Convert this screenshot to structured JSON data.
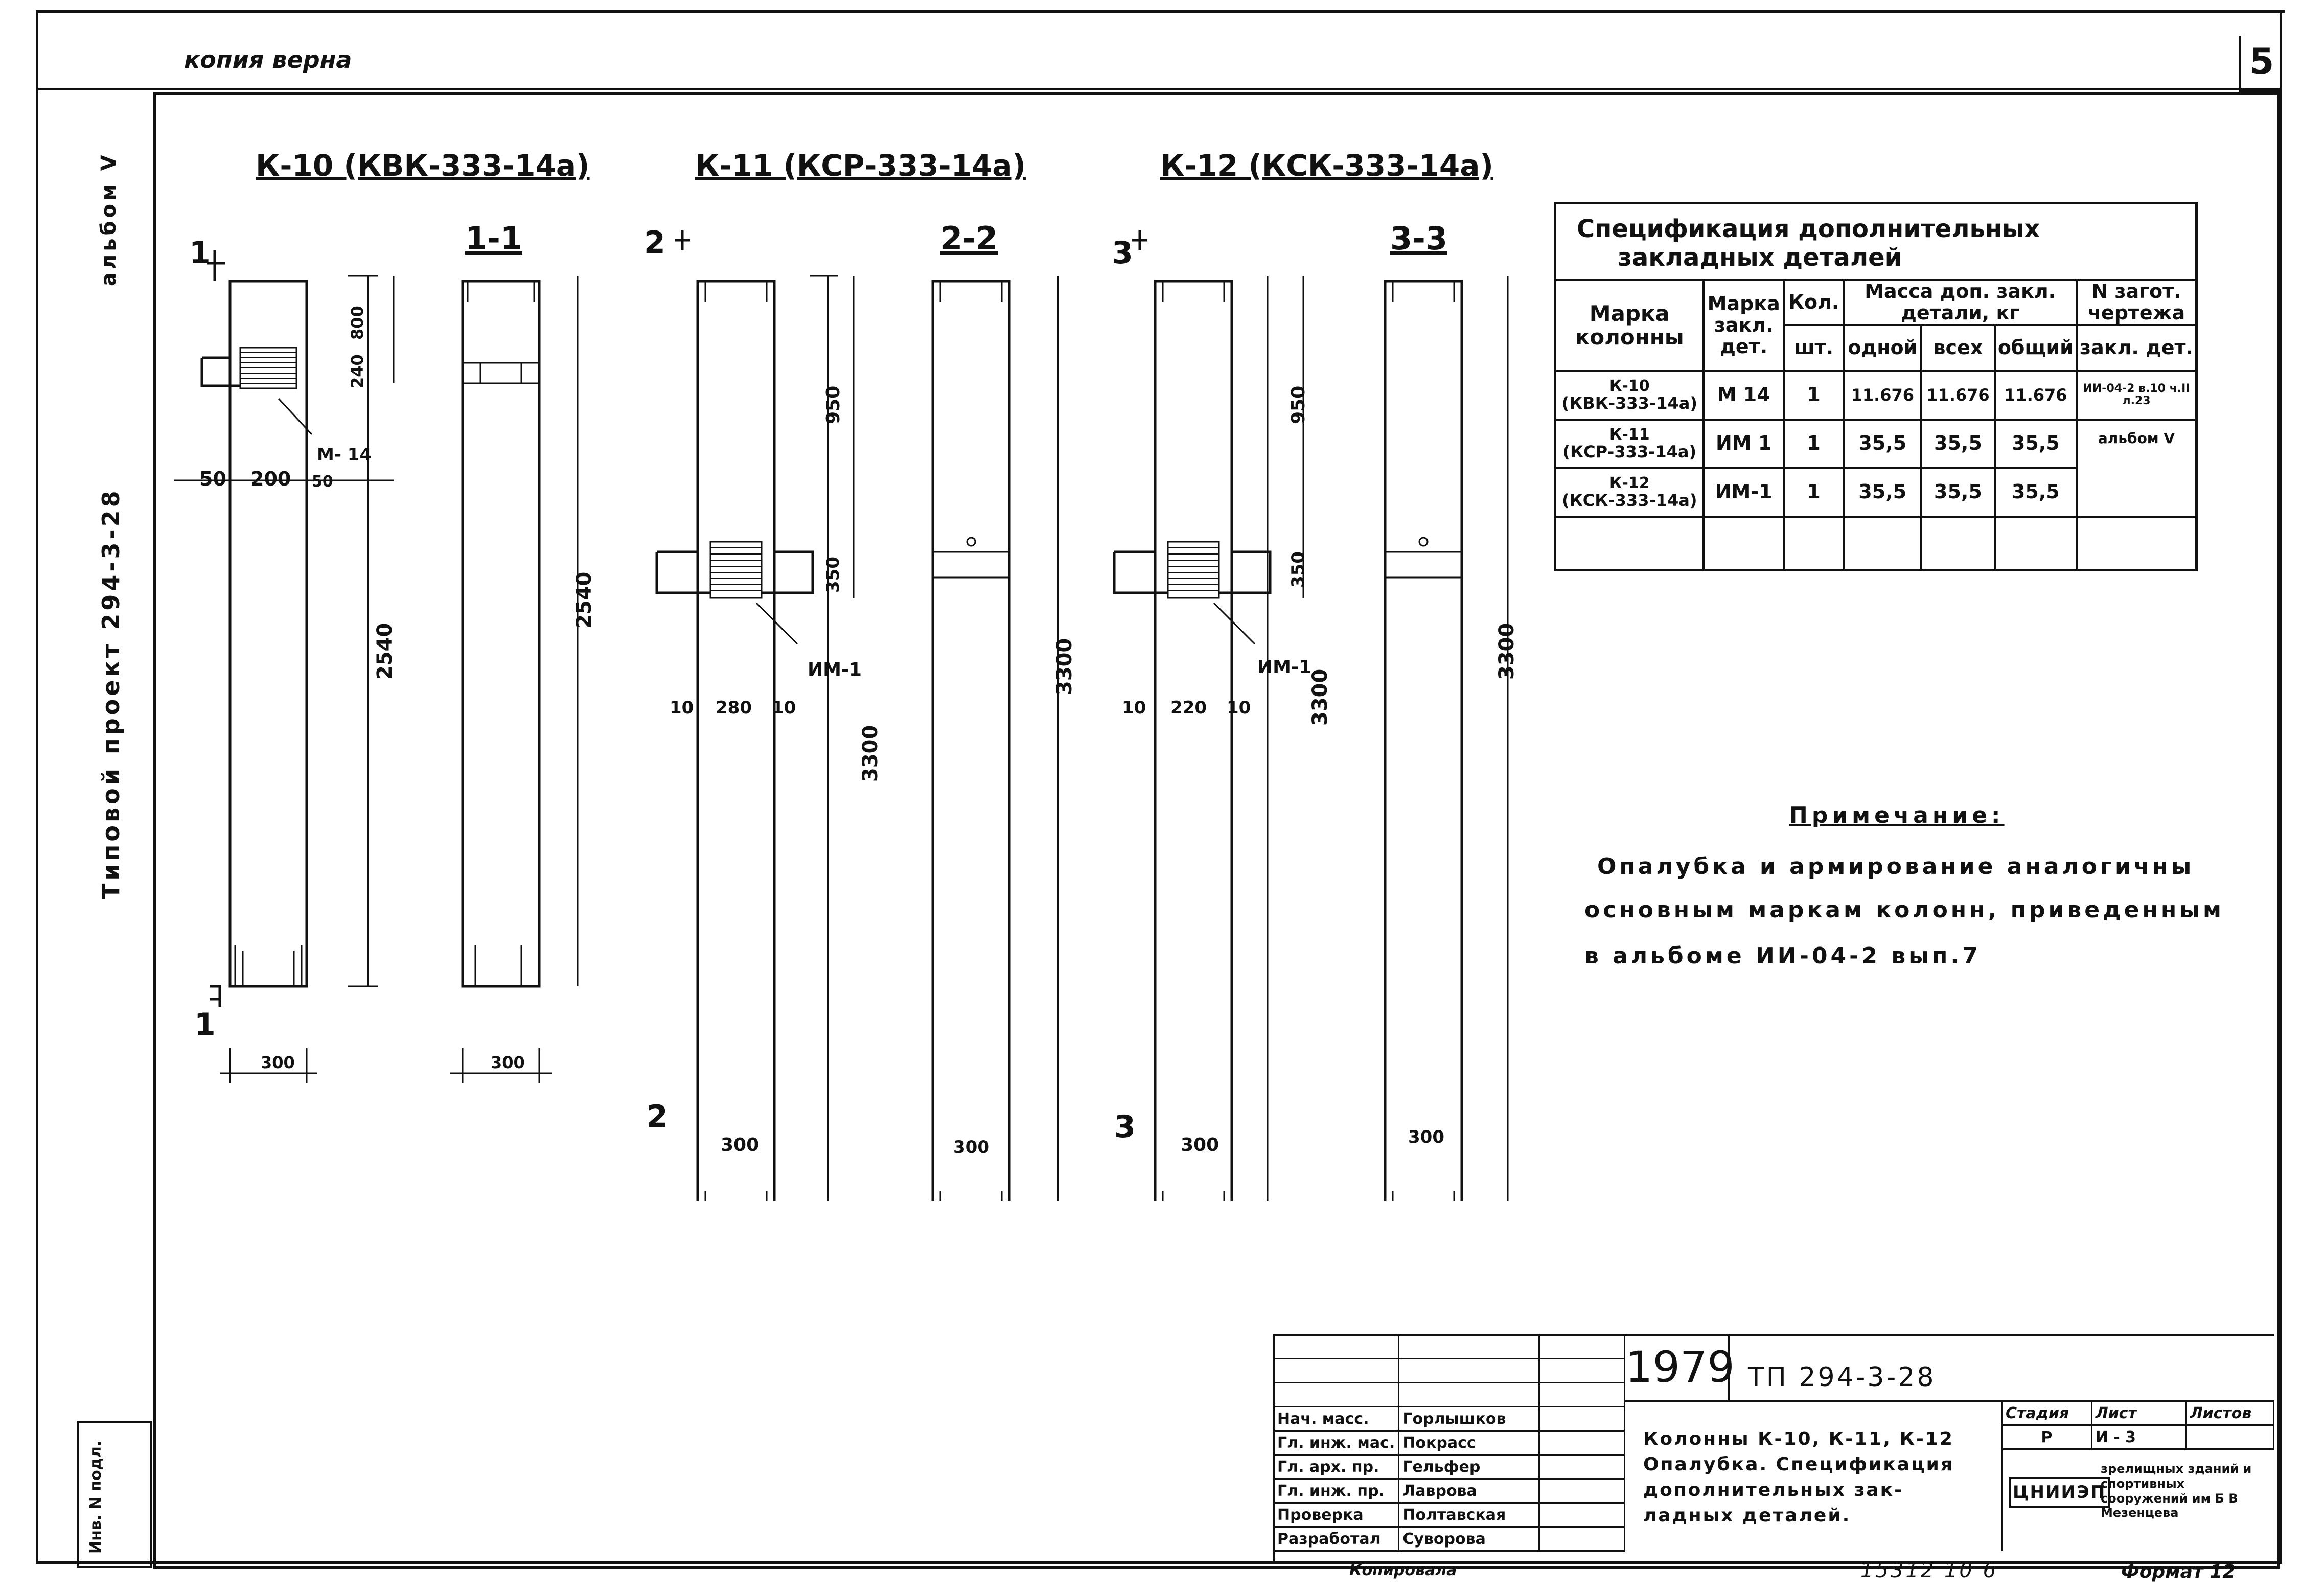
{
  "header": {
    "stamp": "копия верна",
    "sheet_number": "5"
  },
  "left_margin": {
    "album": "альбом Ⅴ",
    "project": "Типовой проект 294-3-28",
    "inv": "Инв. N подл."
  },
  "columns": [
    {
      "title": "К-10 (КВК-333-14а)",
      "section_label": "1-1",
      "cut_mark": "1",
      "detail": "М- 14",
      "dims": {
        "top": "800",
        "mid": "240",
        "left": "50",
        "center": "200",
        "right": "50",
        "height": "2540",
        "height2": "2540",
        "base": "300",
        "base2": "300"
      }
    },
    {
      "title": "К-11 (КСР-333-14а)",
      "section_label": "2-2",
      "cut_mark": "2",
      "detail": "ИМ-1",
      "dims": {
        "top": "950",
        "mid": "350",
        "left": "10",
        "center": "280",
        "right": "10",
        "height": "3300",
        "height2": "3300",
        "base": "300",
        "base2": "300"
      }
    },
    {
      "title": "К-12 (КСК-333-14а)",
      "section_label": "3-3",
      "cut_mark": "3",
      "detail": "ИМ-1",
      "dims": {
        "top": "950",
        "mid": "350",
        "left": "10",
        "center": "220",
        "right": "10",
        "height": "3300",
        "height2": "3300",
        "base": "300",
        "base2": "300"
      }
    }
  ],
  "spec_table": {
    "title_line1": "Спецификация дополнительных",
    "title_line2": "закладных деталей",
    "headers": {
      "col_mark": "Марка колонны",
      "col_detail_mark": "Марка закл. дет.",
      "col_qty": "Кол.",
      "col_qty_unit": "шт.",
      "col_mass": "Масса доп. закл. детали, кг",
      "col_mass_one": "одной",
      "col_mass_all": "всех",
      "col_mass_total": "общий",
      "col_ref": "N загот. чертежа",
      "col_ref_sub": "закл. дет."
    },
    "rows": [
      {
        "mark_top": "К-10",
        "mark": "(КВК-333-14а)",
        "detail": "М 14",
        "qty": "1",
        "one": "11.676",
        "all": "11.676",
        "total": "11.676",
        "ref": "ИИ-04-2 в.10 ч.II л.23"
      },
      {
        "mark_top": "К-11",
        "mark": "(КСР-333-14а)",
        "detail": "ИМ 1",
        "qty": "1",
        "one": "35,5",
        "all": "35,5",
        "total": "35,5",
        "ref": "альбом Ⅴ"
      },
      {
        "mark_top": "К-12",
        "mark": "(КСК-333-14а)",
        "detail": "ИМ-1",
        "qty": "1",
        "one": "35,5",
        "all": "35,5",
        "total": "35,5",
        "ref": ""
      }
    ]
  },
  "note": {
    "title": "Примечание:",
    "line1": "Опалубка и армирование аналогичны",
    "line2": "основным маркам колонн, приведенным",
    "line3": "в альбоме ИИ-04-2 вып.7"
  },
  "title_block": {
    "year": "1979",
    "project_code": "ТП 294-3-28",
    "description_line1": "Колонны К-10, К-11, К-12",
    "description_line2": "Опалубка. Спецификация",
    "description_line3": "дополнительных зак-",
    "description_line4": "ладных деталей.",
    "stage_label": "Стадия",
    "stage_value": "Р",
    "sheet_label": "Лист",
    "sheet_value": "И - 3",
    "sheets_label": "Листов",
    "org_logo": "ЦНИИЭП",
    "org_name": "зрелищных зданий и спортивных сооружений им Б В Мезенцева",
    "roles": [
      {
        "role": "Нач. масс.",
        "name": "Горлышков"
      },
      {
        "role": "Гл. инж. мас.",
        "name": "Покрасс"
      },
      {
        "role": "Гл. арх. пр.",
        "name": "Гельфер"
      },
      {
        "role": "Гл. инж. пр.",
        "name": "Лаврова"
      },
      {
        "role": "Проверка",
        "name": "Полтавская"
      },
      {
        "role": "Разработал",
        "name": "Суворова"
      }
    ],
    "copied_by": "Копировала",
    "order_number": "15312 10 6",
    "format": "Формат 12"
  }
}
